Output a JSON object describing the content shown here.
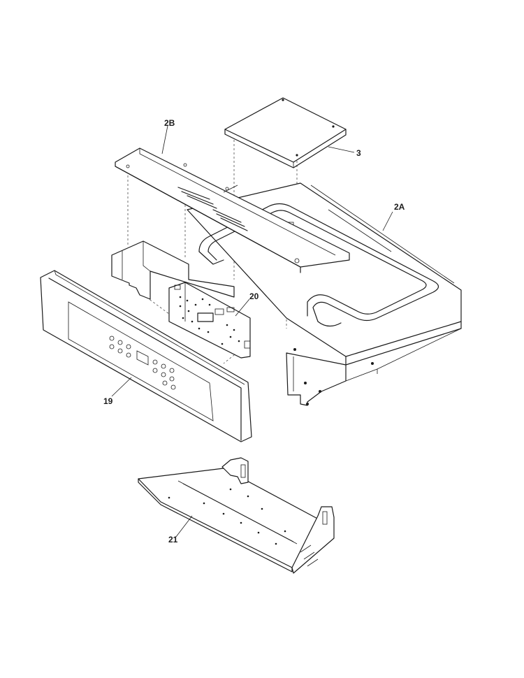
{
  "labels": {
    "part_2b": "2B",
    "part_3": "3",
    "part_2a": "2A",
    "part_20": "20",
    "part_19": "19",
    "part_21": "21"
  }
}
